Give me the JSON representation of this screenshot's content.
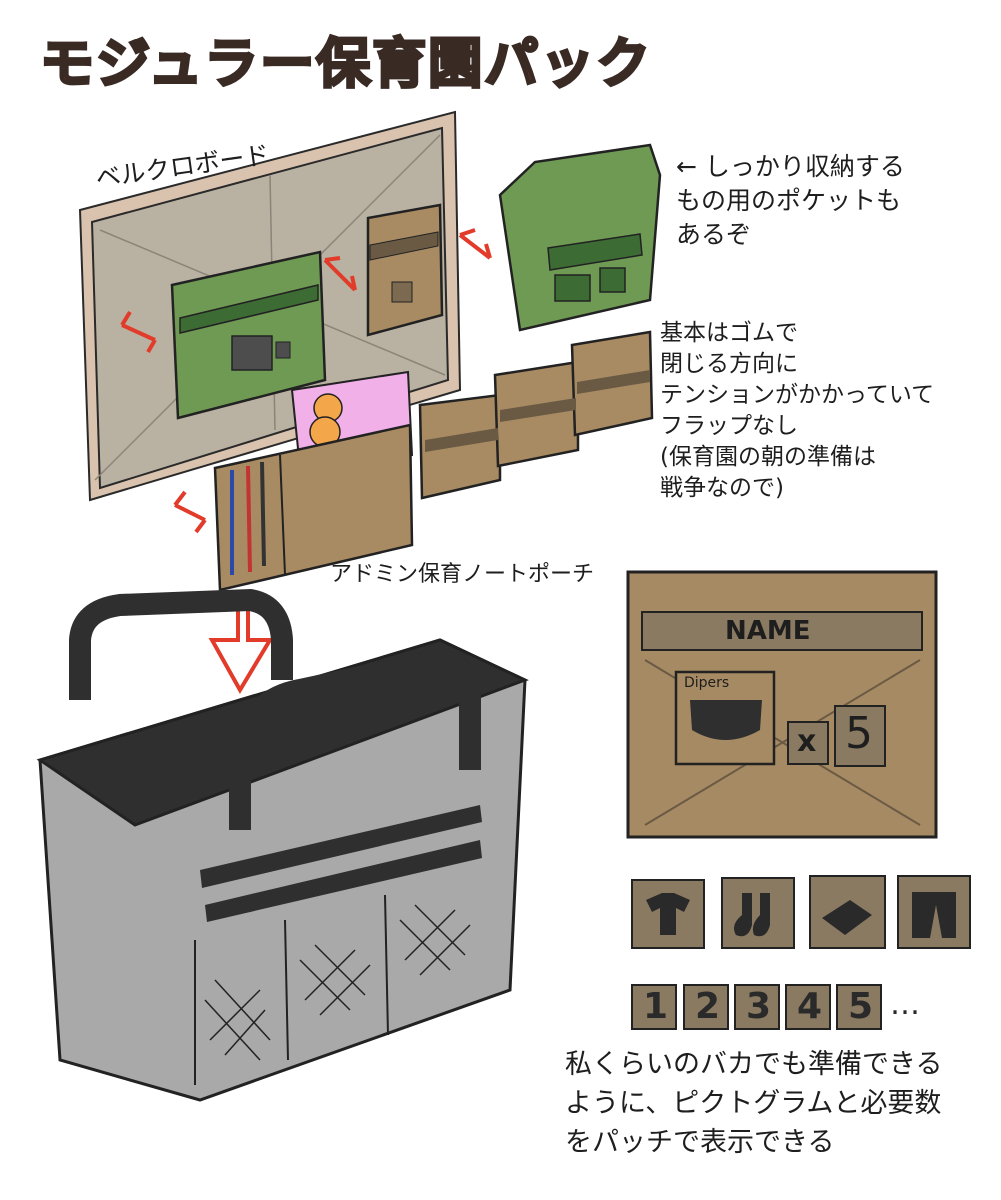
{
  "title": "モジュラー保育園パック",
  "labels": {
    "velcro_board": "ベルクロボード",
    "admin_pouch": "アドミン保育ノートポーチ"
  },
  "notes": {
    "pocket_note": "← しっかり収納する\nもの用のポケットも\nあるぞ",
    "elastic_note": "基本はゴムで\n閉じる方向に\nテンションがかかっていて\nフラップなし\n(保育園の朝の準備は\n戦争なので)",
    "bottom_note": "私くらいのバカでも準備できる\nように、ピクトグラムと必要数\nをパッチで表示できる"
  },
  "name_patch": {
    "name_label": "NAME",
    "item_label": "Dipers",
    "times": "x",
    "count": "5"
  },
  "pictograms": [
    "shirt-icon",
    "socks-icon",
    "towel-icon",
    "pants-icon"
  ],
  "number_patches": [
    "1",
    "2",
    "3",
    "4",
    "5"
  ],
  "more_dots": "…",
  "colors": {
    "title_red": "#e8452c",
    "board": "#b9b1a2",
    "board_frame": "#d9c3ae",
    "green_pouch": "#6f9a54",
    "tan_pouch": "#a88b63",
    "bag_gray": "#a9a9a9",
    "bag_dark": "#2f2f2f",
    "patch_tan": "#a68a63",
    "arrow_red": "#e23b2a",
    "notebook_pink": "#f2b0e8"
  }
}
